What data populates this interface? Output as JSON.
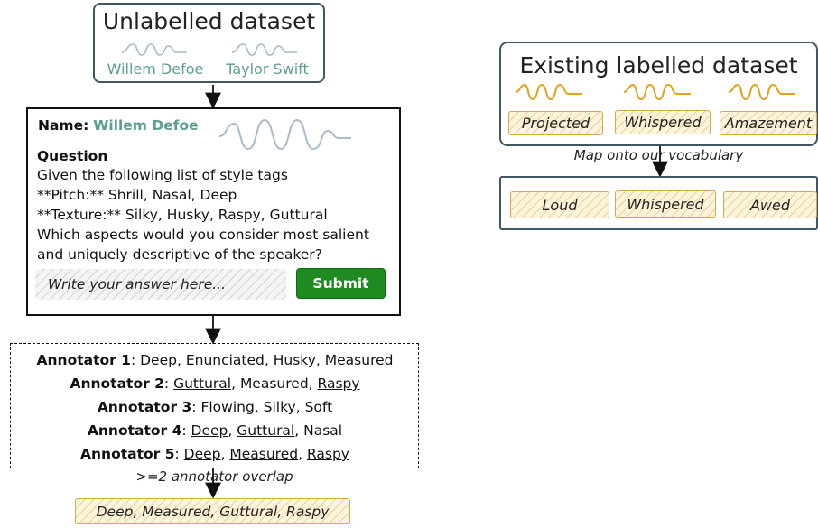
{
  "unlabelled": {
    "title": "Unlabelled dataset",
    "speakers": [
      "Willem Defoe",
      "Taylor Swift"
    ]
  },
  "form": {
    "name_label": "Name:",
    "name_value": "Willem Defoe",
    "question_label": "Question",
    "question_lines": [
      "Given the following list of style tags",
      "**Pitch:** Shrill, Nasal, Deep",
      "**Texture:** Silky, Husky, Raspy, Guttural",
      "Which aspects would you consider most salient",
      "and uniquely descriptive of the speaker?"
    ],
    "answer_placeholder": "Write your answer here...",
    "submit_label": "Submit"
  },
  "annotators": [
    {
      "label": "Annotator 1",
      "tags": [
        {
          "t": "Deep",
          "u": true
        },
        {
          "t": "Enunciated",
          "u": false
        },
        {
          "t": "Husky",
          "u": false
        },
        {
          "t": "Measured",
          "u": true
        }
      ]
    },
    {
      "label": "Annotator 2",
      "tags": [
        {
          "t": "Guttural",
          "u": true
        },
        {
          "t": "Measured",
          "u": false
        },
        {
          "t": "Raspy",
          "u": true
        }
      ]
    },
    {
      "label": "Annotator 3",
      "tags": [
        {
          "t": "Flowing",
          "u": false
        },
        {
          "t": "Silky",
          "u": false
        },
        {
          "t": "Soft",
          "u": false
        }
      ]
    },
    {
      "label": "Annotator 4",
      "tags": [
        {
          "t": "Deep",
          "u": true
        },
        {
          "t": "Guttural",
          "u": true
        },
        {
          "t": "Nasal",
          "u": false
        }
      ]
    },
    {
      "label": "Annotator 5",
      "tags": [
        {
          "t": "Deep",
          "u": true
        },
        {
          "t": "Measured",
          "u": true
        },
        {
          "t": "Raspy",
          "u": true
        }
      ]
    }
  ],
  "overlap_label": ">=2 annotator overlap",
  "result_label": "Deep, Measured, Guttural, Raspy",
  "existing": {
    "title": "Existing labelled dataset",
    "tags": [
      "Projected",
      "Whispered",
      "Amazement"
    ]
  },
  "map_label": "Map onto our vocabulary",
  "mapped_tags": [
    "Loud",
    "Whispered",
    "Awed"
  ],
  "colors": {
    "box_border": "#3f5663",
    "teal": "#5d9e92",
    "wave_grey": "#a9bccb",
    "wave_orange": "#e5a21f",
    "tag_border": "#d6aa46",
    "submit_green": "#1f8a1f"
  }
}
